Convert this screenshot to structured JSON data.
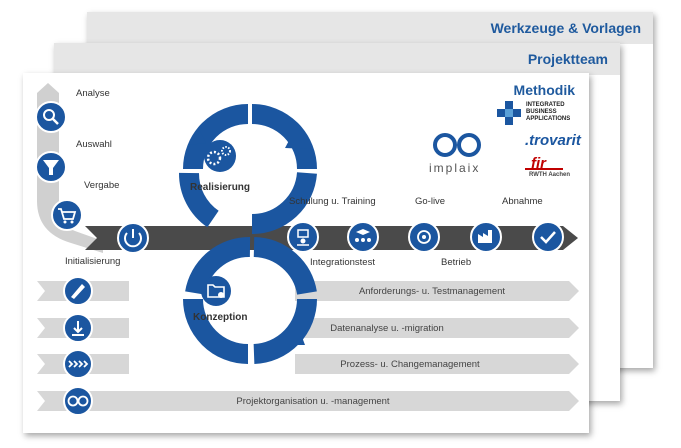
{
  "cards": {
    "back_title": "Werkzeuge & Vorlagen",
    "mid_title": "Projektteam",
    "front_title": "Methodik"
  },
  "brands": {
    "iba_line1": "INTEGRATED",
    "iba_line2": "BUSINESS",
    "iba_line3": "APPLICATIONS",
    "trovarit": ".trovarit",
    "fir": "fir",
    "fir_sub": "RWTH Aachen",
    "implaix": "implaix"
  },
  "phases": {
    "analyse": "Analyse",
    "auswahl": "Auswahl",
    "vergabe": "Vergabe",
    "initialisierung": "Initialisierung",
    "realisierung": "Realisierung",
    "konzeption": "Konzeption",
    "schulung": "Schulung u. Training",
    "integrationstest": "Integrationstest",
    "golive": "Go-live",
    "betrieb": "Betrieb",
    "abnahme": "Abnahme"
  },
  "bars": {
    "anforderung": "Anforderungs- u. Testmanagement",
    "daten": "Datenanalyse u. -migration",
    "prozess": "Prozess- u. Changemanagement",
    "projekt": "Projektorganisation u. -management"
  },
  "colors": {
    "blue": "#1b56a0",
    "dark_arrow": "#4a4a4a",
    "light_arrow": "#d5d5d5",
    "light_grey": "#b3b3b3"
  }
}
